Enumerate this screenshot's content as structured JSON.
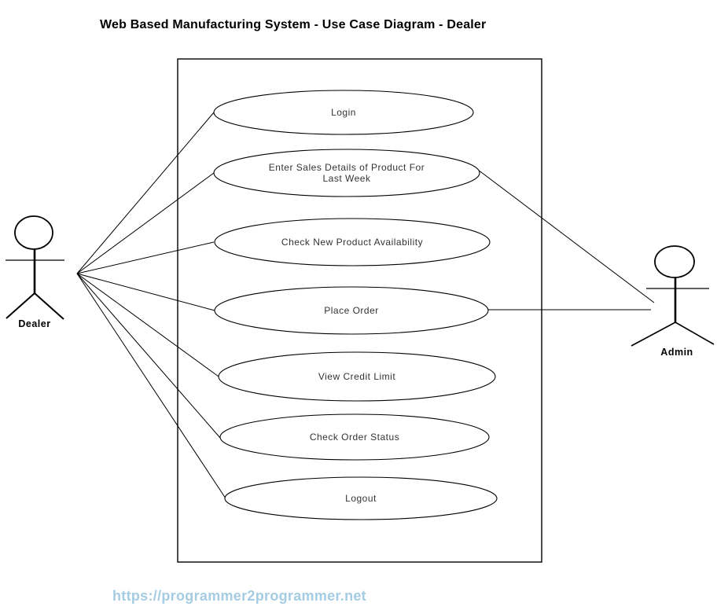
{
  "title": "Web Based Manufacturing System - Use Case Diagram - Dealer",
  "diagram_type": "uml-use-case",
  "actors": [
    {
      "name": "Dealer",
      "side": "left"
    },
    {
      "name": "Admin",
      "side": "right"
    }
  ],
  "use_cases": [
    {
      "label": "Login"
    },
    {
      "label": "Enter Sales Details of Product For Last Week"
    },
    {
      "label": "Check New Product Availability"
    },
    {
      "label": "Place Order"
    },
    {
      "label": "View Credit Limit"
    },
    {
      "label": "Check Order Status"
    },
    {
      "label": "Logout"
    }
  ],
  "associations": {
    "dealer_connects_to": [
      "Login",
      "Enter Sales Details of Product For Last Week",
      "Check New Product Availability",
      "Place Order",
      "View Credit Limit",
      "Check Order Status",
      "Logout"
    ],
    "admin_connects_to": [
      "Enter Sales Details of Product For Last Week",
      "Place Order"
    ]
  },
  "footer": {
    "url": "https://programmer2programmer.net"
  },
  "colors": {
    "background": "#ffffff",
    "line": "#000000",
    "title_text": "#000000",
    "label_text": "#333333",
    "footer_link": "#a5cce2"
  }
}
